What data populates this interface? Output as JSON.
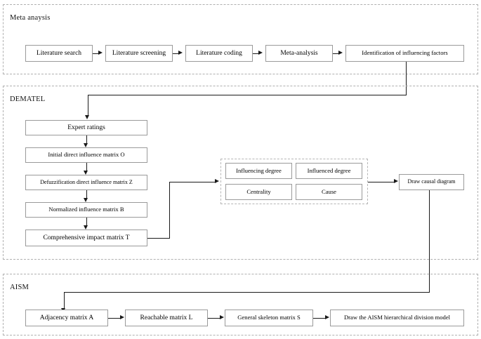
{
  "figure": {
    "type": "flowchart",
    "orientation": "vertical-sections",
    "background_color": "#ffffff",
    "line_color": "#1a1a1a",
    "box_border_color": "#9a9a9a",
    "section_border_color": "#b0b0b0"
  },
  "sections": [
    {
      "id": "meta",
      "label": "Meta anaysis"
    },
    {
      "id": "dematel",
      "label": "DEMATEL"
    },
    {
      "id": "aism",
      "label": "AISM"
    }
  ],
  "meta_row": [
    {
      "label": "Literature search"
    },
    {
      "label": "Literature screening"
    },
    {
      "label": "Literature coding"
    },
    {
      "label": "Meta-analysis"
    },
    {
      "label": "Identification of influencing factors"
    }
  ],
  "dematel_column": [
    {
      "label": "Expert ratings"
    },
    {
      "label": "Initial direct influence matrix O"
    },
    {
      "label": "Defuzzification direct influence matrix Z"
    },
    {
      "label": "Normalized influence matrix B"
    },
    {
      "label": "Comprehensive impact matrix T"
    }
  ],
  "dematel_indicators": [
    {
      "label": "Influencing degree"
    },
    {
      "label": "Influenced degree"
    },
    {
      "label": "Centrality"
    },
    {
      "label": "Cause"
    }
  ],
  "dematel_output": {
    "label": "Draw causal diagram"
  },
  "aism_row": [
    {
      "label": "Adjacency matrix A"
    },
    {
      "label": "Reachable matrix L"
    },
    {
      "label": "General skeleton matrix S"
    },
    {
      "label": "Draw the AISM hierarchical division model"
    }
  ]
}
